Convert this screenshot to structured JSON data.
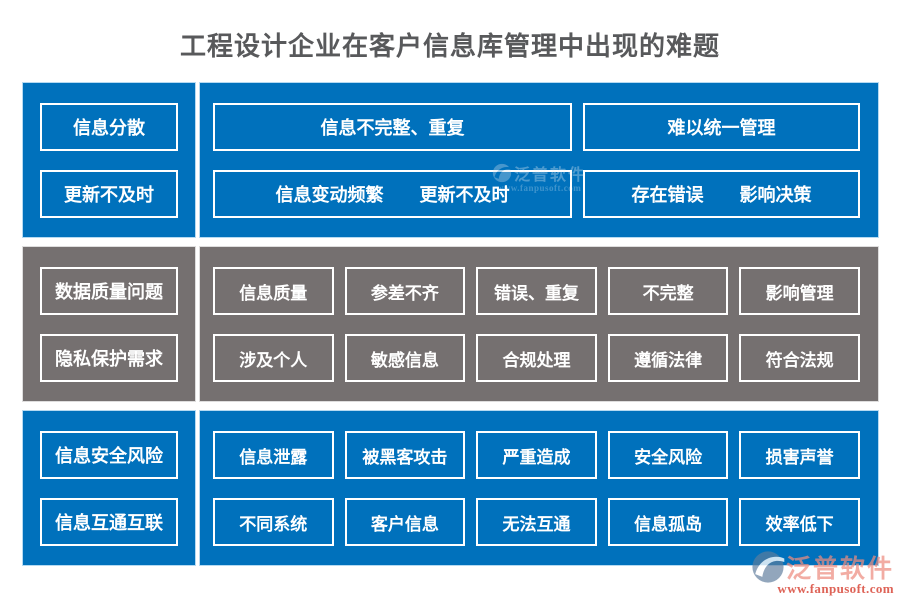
{
  "title": "工程设计企业在客户信息库管理中出现的难题",
  "palette": {
    "band_blue": "#0071bc",
    "band_gray": "#757070",
    "title_color": "#58595b",
    "box_border": "#ffffff",
    "watermark_red": "#d8483a"
  },
  "bands": [
    {
      "left": [
        "信息分散",
        "更新不及时"
      ],
      "rows": [
        [
          "信息不完整、重复",
          "难以统一管理"
        ],
        [
          "信息变动频繁　　更新不及时",
          "存在错误　　影响决策"
        ]
      ]
    },
    {
      "left": [
        "数据质量问题",
        "隐私保护需求"
      ],
      "rows": [
        [
          "信息质量",
          "参差不齐",
          "错误、重复",
          "不完整",
          "影响管理"
        ],
        [
          "涉及个人",
          "敏感信息",
          "合规处理",
          "遵循法律",
          "符合法规"
        ]
      ]
    },
    {
      "left": [
        "信息安全风险",
        "信息互通互联"
      ],
      "rows": [
        [
          "信息泄露",
          "被黑客攻击",
          "严重造成",
          "安全风险",
          "损害声誉"
        ],
        [
          "不同系统",
          "客户信息",
          "无法互通",
          "信息孤岛",
          "效率低下"
        ]
      ]
    }
  ],
  "watermark": {
    "brand": "泛普软件",
    "url": "www.fanpusoft.com"
  }
}
